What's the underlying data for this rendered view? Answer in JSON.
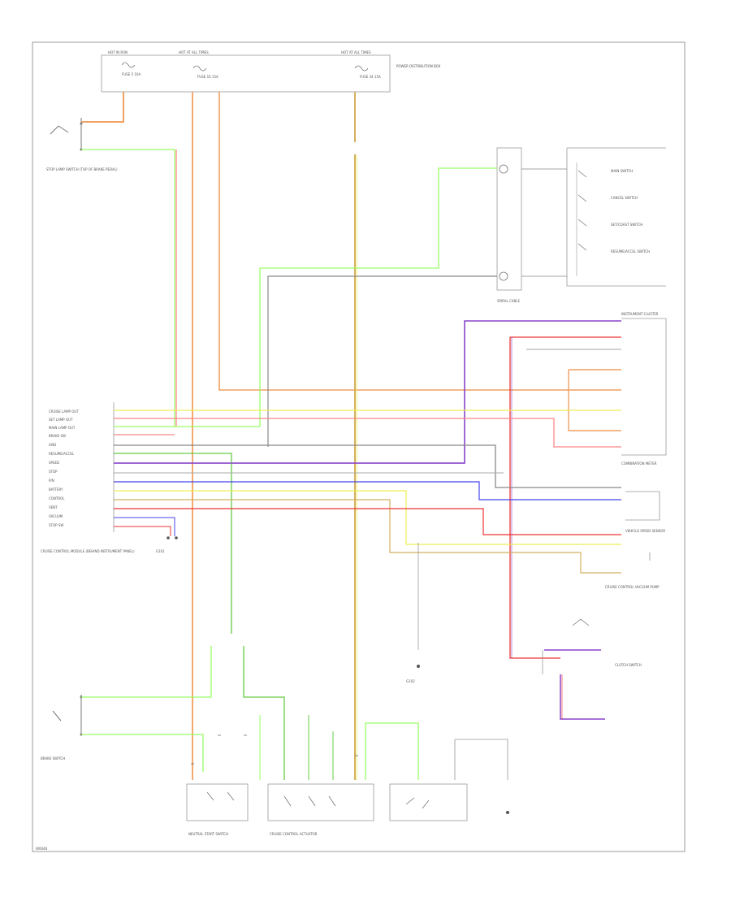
{
  "fuses": [
    {
      "id": "fuse_left",
      "header": "HOT IN RUN",
      "label": "FUSE 5 10A"
    },
    {
      "id": "fuse_mid",
      "header": "HOT AT ALL TIMES",
      "label": "FUSE 16 15A"
    },
    {
      "id": "fuse_right",
      "header": "HOT AT ALL TIMES",
      "label": "FUSE 34 15A"
    }
  ],
  "fuse_box_note": "POWER DISTRIBUTION BOX",
  "components": {
    "stop_lamp_switch": "STOP LAMP SWITCH (TOP OF BRAKE PEDAL)",
    "cruise_module": "CRUISE CONTROL MODULE (BEHIND INSTRUMENT PANEL)",
    "spiral_cable": "SPIRAL CABLE",
    "control_switches": [
      "MAIN SWITCH",
      "CANCEL SWITCH",
      "SET/COAST SWITCH",
      "RESUME/ACCEL SWITCH"
    ],
    "instrument_panel": "INSTRUMENT CLUSTER",
    "combination_meter": "COMBINATION METER",
    "vehicle_speed_sensor": "VEHICLE SPEED SENSOR",
    "vacuum_pump": "CRUISE CONTROL VACUUM PUMP",
    "clutch_switch": "CLUTCH SWITCH",
    "brake_switch": "BRAKE SWITCH",
    "neutral_switch": "NEUTRAL START SWITCH",
    "actuator": "CRUISE CONTROL ACTUATOR",
    "ground_left": "G101",
    "ground_right": "G102"
  },
  "module_pins": [
    "CRUISE LAMP OUT",
    "SET LAMP OUT",
    "MAIN LAMP OUT",
    "BRAKE SW",
    "GND",
    "RESUME/ACCEL",
    "SPEED",
    "STOP",
    "P/N",
    "BATTERY",
    "CONTROL",
    "VENT",
    "VACUUM",
    "STOP SW"
  ],
  "wire_colors": {
    "orange": "#f0a060",
    "green": "#66cc44",
    "yellow": "#eeee55",
    "red": "#ee3333",
    "pink": "#ff8888",
    "purple": "#8844cc",
    "blue": "#4444ee",
    "gray": "#888888",
    "tan": "#d4b060",
    "ltgreen": "#99ff66"
  },
  "corner_code": "W0046"
}
